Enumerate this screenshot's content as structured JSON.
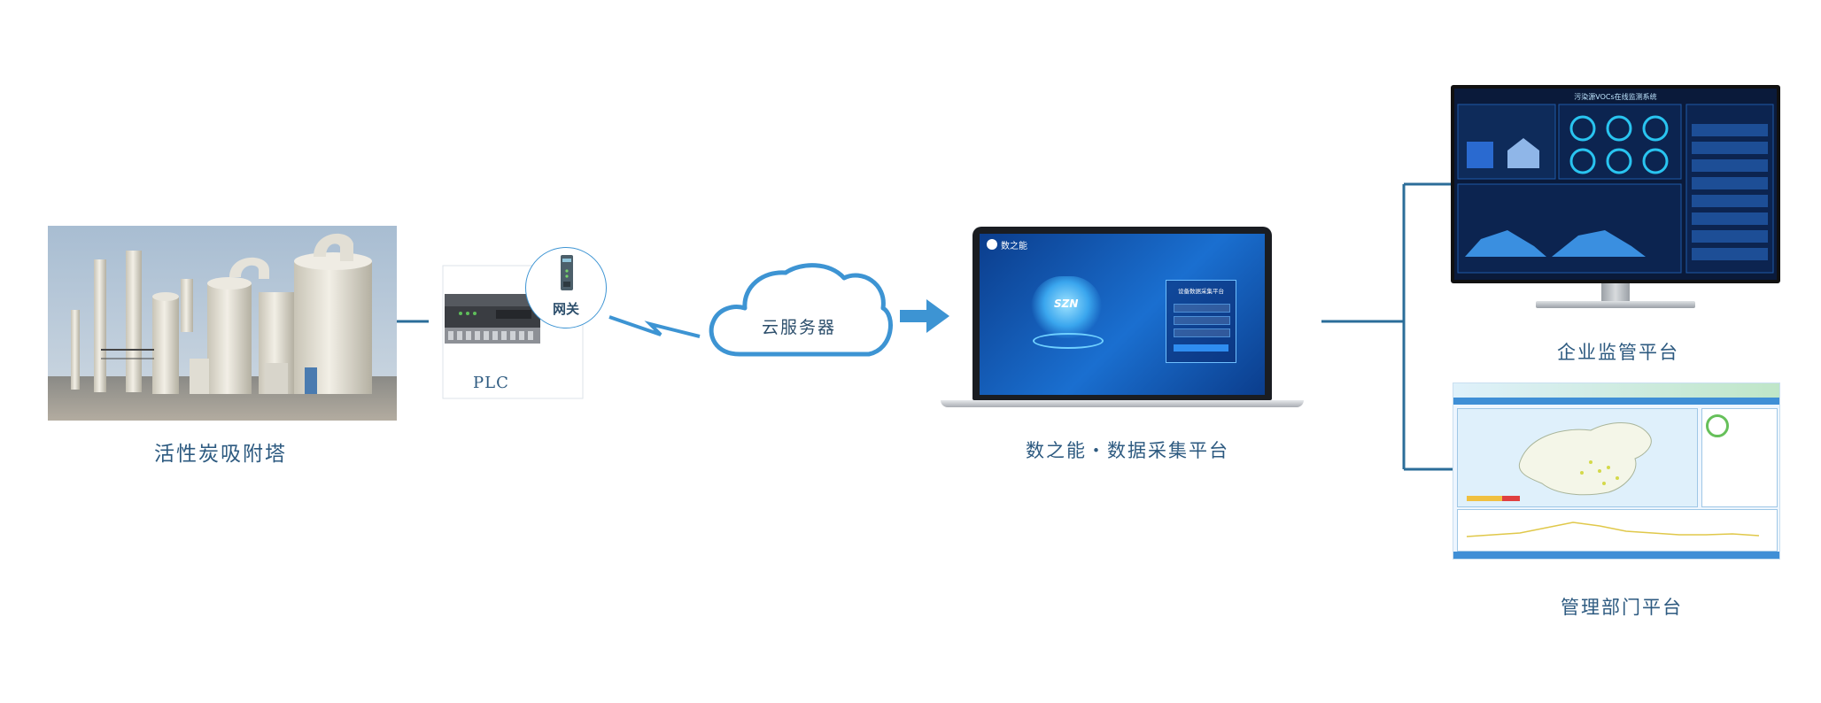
{
  "nodes": {
    "tower_caption": "活性炭吸附塔",
    "plc_caption": "PLC",
    "gateway_label": "网关",
    "cloud_label": "云服务器",
    "laptop_caption": "数之能・数据采集平台",
    "enterprise_caption": "企业监管平台",
    "gov_caption": "管理部门平台"
  },
  "laptop_screen": {
    "brand": "数之能",
    "logo_text": "SZN",
    "login_title": "设备数据采集平台"
  },
  "monitor_screen": {
    "title": "污染源VOCs在线监测系统"
  },
  "colors": {
    "line": "#2b6d99",
    "cloud": "#3d94d3",
    "caption": "#2d5a80"
  }
}
